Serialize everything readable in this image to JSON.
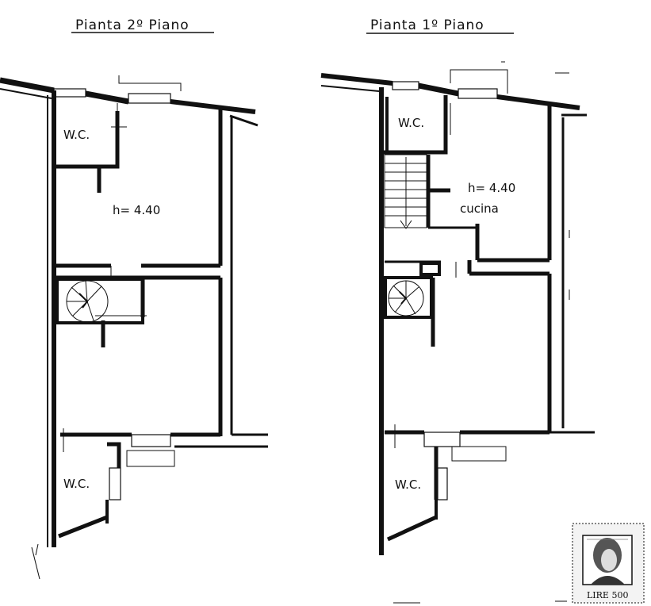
{
  "sheet": {
    "left_plan": {
      "title": "Pianta 2º Piano",
      "wc_upper": "W.C.",
      "height": "h= 4.40",
      "wc_lower": "W.C."
    },
    "right_plan": {
      "title": "Pianta 1º Piano",
      "wc_upper": "W.C.",
      "height": "h= 4.40",
      "kitchen": "cucina",
      "wc_lower": "W.C."
    },
    "stamp": {
      "value": "LIRE 500",
      "icon": "revenue-stamp-portrait-icon"
    },
    "colors": {
      "ink": "#111111",
      "paper": "#ffffff"
    }
  }
}
